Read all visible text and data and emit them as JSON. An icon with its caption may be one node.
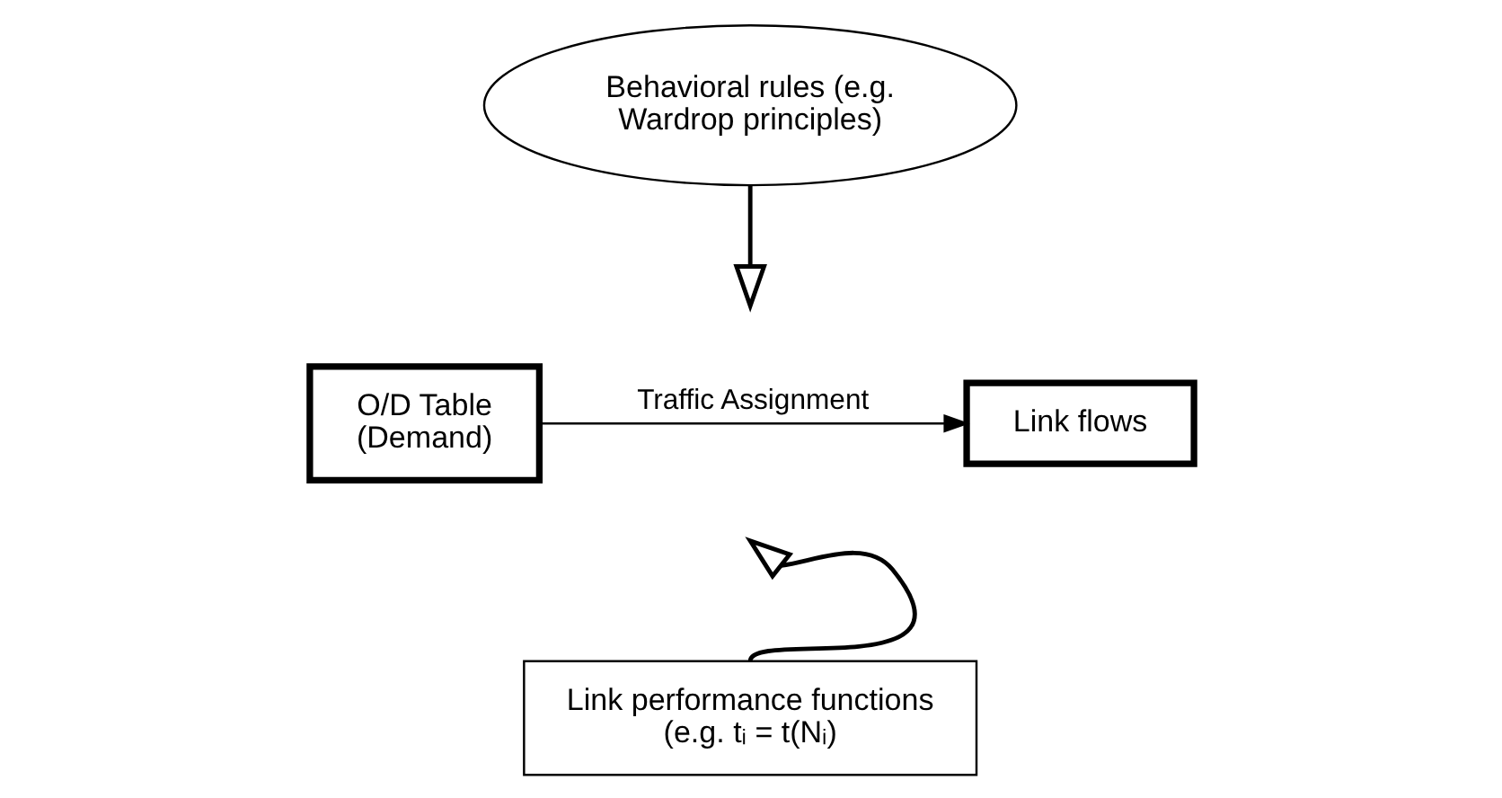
{
  "diagram": {
    "nodes": [
      {
        "text": [
          "Behavioral rules (e.g. Wardrop principles)"
        ]
      },
      {
        "text": [
          "O/D Table (Demand)"
        ]
      },
      {
        "text": [
          "Link flows"
        ]
      },
      {
        "text": [
          "Link performance functions (e.g. tᵢ = t(Nᵢ)"
        ]
      }
    ],
    "edges": [
      {
        "from": 1,
        "to": 2,
        "arrow": "to",
        "label": "Traffic Assignment"
      },
      {
        "from": 0,
        "to": null,
        "arrow": "to"
      },
      {
        "from": 3,
        "to": null,
        "arrow": "to"
      }
    ]
  }
}
